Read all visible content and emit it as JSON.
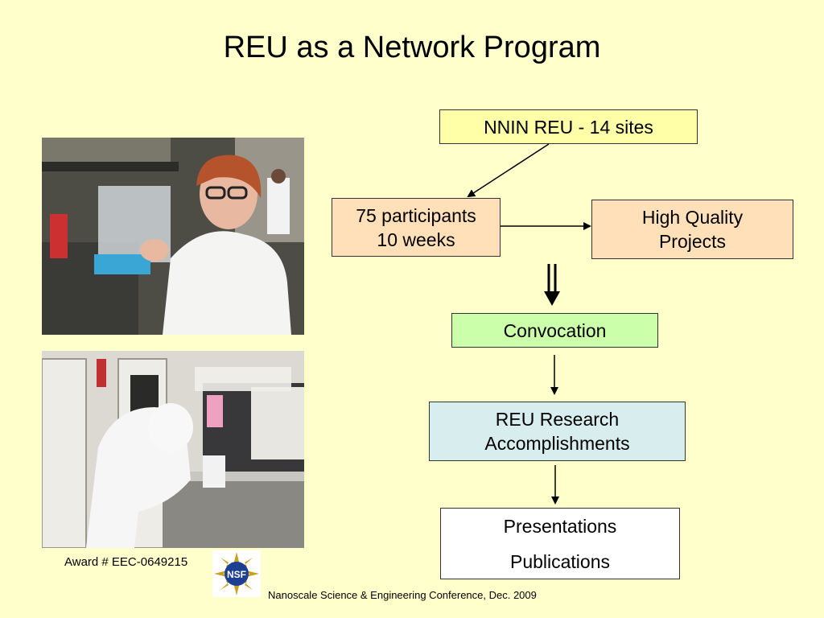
{
  "slide": {
    "title": "REU as a Network Program"
  },
  "diagram": {
    "nodes": {
      "nnin": {
        "lines": [
          "NNIN REU - 14 sites"
        ],
        "color": "#ffffa8"
      },
      "participants": {
        "lines": [
          "75 participants",
          "10 weeks"
        ],
        "color": "#ffe0b8"
      },
      "quality": {
        "lines": [
          "High Quality",
          "Projects"
        ],
        "color": "#ffe0b8"
      },
      "convocation": {
        "lines": [
          "Convocation"
        ],
        "color": "#ccffaa"
      },
      "research": {
        "lines": [
          "REU Research",
          "Accomplishments"
        ],
        "color": "#d8eeee"
      },
      "outputs": {
        "lines": [
          "Presentations",
          "Publications"
        ],
        "color": "#ffffff"
      }
    }
  },
  "footer": {
    "award": "Award # EEC-0649215",
    "conference": "Nanoscale Science & Engineering Conference, Dec. 2009",
    "logo_text": "NSF"
  },
  "photos": {
    "top_icon": "lab-researcher-photo",
    "bottom_icon": "cleanroom-researcher-photo"
  },
  "colors": {
    "background": "#ffffcc"
  }
}
